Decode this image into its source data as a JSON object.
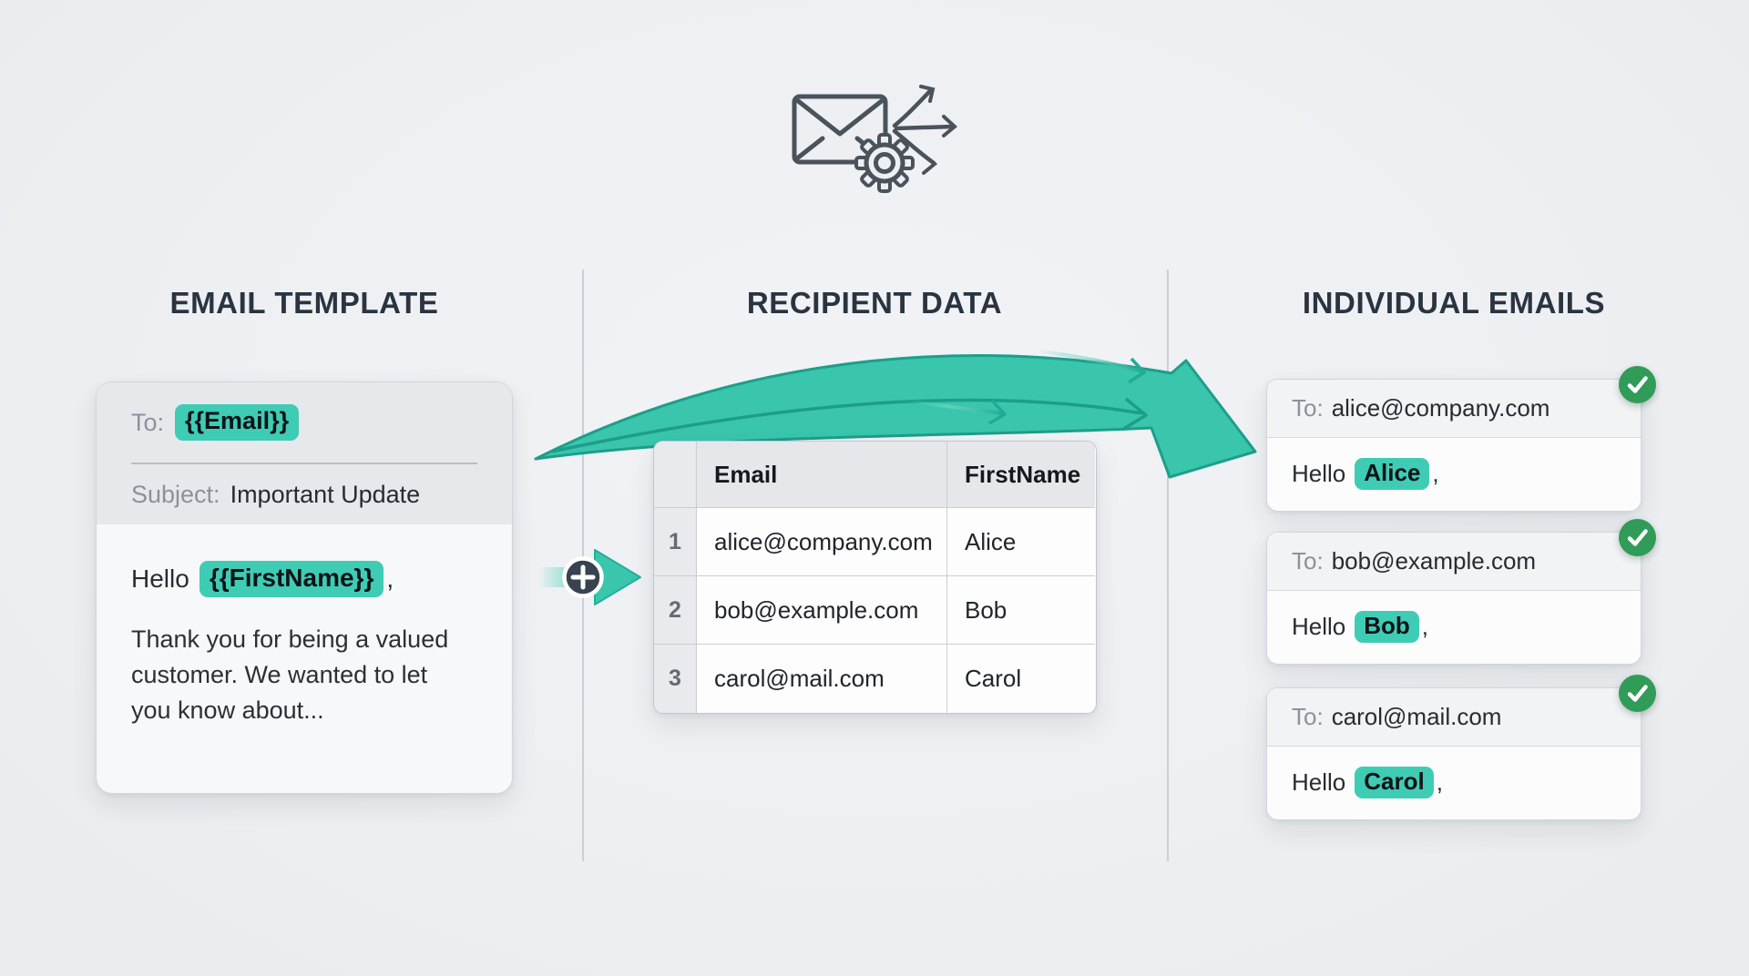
{
  "page": {
    "background": "#edeff2"
  },
  "hero": {
    "icon": "mail-merge-icon"
  },
  "sections": {
    "template": {
      "heading": "EMAIL TEMPLATE"
    },
    "recipients": {
      "heading": "RECIPIENT DATA"
    },
    "output": {
      "heading": "INDIVIDUAL EMAILS"
    }
  },
  "template_card": {
    "to_label": "To:",
    "to_variable": "{{Email}}",
    "subject_label": "Subject:",
    "subject_value": "Important Update",
    "greeting_prefix": "Hello",
    "greeting_variable": "{{FirstName}}",
    "greeting_suffix": ",",
    "body_lines": [
      "Thank you for being a valued",
      "customer. We wanted to let",
      "you know about..."
    ]
  },
  "recipient_table": {
    "headers": {
      "email": "Email",
      "first_name": "FirstName"
    },
    "rows": [
      {
        "num": "1",
        "email": "alice@company.com",
        "first_name": "Alice"
      },
      {
        "num": "2",
        "email": "bob@example.com",
        "first_name": "Bob"
      },
      {
        "num": "3",
        "email": "carol@mail.com",
        "first_name": "Carol"
      }
    ]
  },
  "output_emails": [
    {
      "to_label": "To:",
      "to_value": "alice@company.com",
      "greeting_prefix": "Hello",
      "name": "Alice",
      "greeting_suffix": ","
    },
    {
      "to_label": "To:",
      "to_value": "bob@example.com",
      "greeting_prefix": "Hello",
      "name": "Bob",
      "greeting_suffix": ","
    },
    {
      "to_label": "To:",
      "to_value": "carol@mail.com",
      "greeting_prefix": "Hello",
      "name": "Carol",
      "greeting_suffix": ","
    }
  ],
  "colors": {
    "accent_teal": "#3fccb4",
    "arrow_teal": "#39c6ad",
    "arrow_outline": "#1d9e8a",
    "success_green": "#319b58",
    "heading_text": "#2a3441"
  }
}
